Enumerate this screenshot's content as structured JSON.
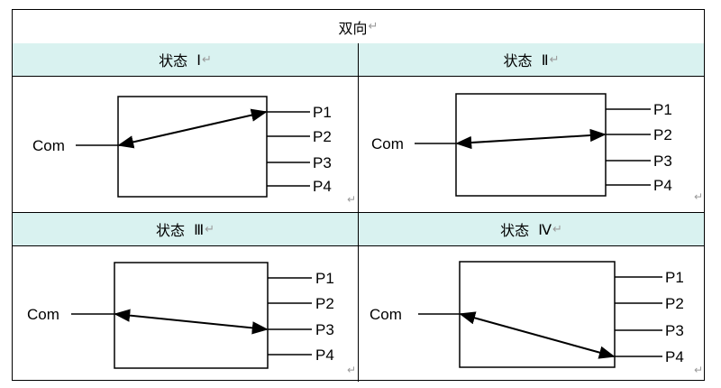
{
  "table": {
    "title": "双向",
    "return_mark": "↵",
    "cells": [
      {
        "state_label": "状态",
        "numeral": "Ⅰ",
        "com_label": "Com",
        "ports": [
          "P1",
          "P2",
          "P3",
          "P4"
        ],
        "connected_port": "P1"
      },
      {
        "state_label": "状态",
        "numeral": "Ⅱ",
        "com_label": "Com",
        "ports": [
          "P1",
          "P2",
          "P3",
          "P4"
        ],
        "connected_port": "P2"
      },
      {
        "state_label": "状态",
        "numeral": "Ⅲ",
        "com_label": "Com",
        "ports": [
          "P1",
          "P2",
          "P3",
          "P4"
        ],
        "connected_port": "P3"
      },
      {
        "state_label": "状态",
        "numeral": "Ⅳ",
        "com_label": "Com",
        "ports": [
          "P1",
          "P2",
          "P3",
          "P4"
        ],
        "connected_port": "P4"
      }
    ]
  }
}
